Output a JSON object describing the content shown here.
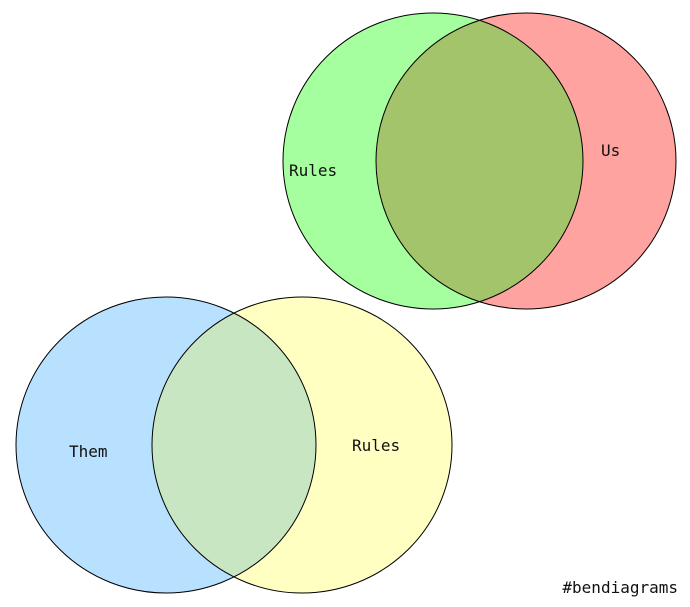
{
  "diagrams": [
    {
      "left": {
        "label": "Rules",
        "fill": "#a6ff9f"
      },
      "right": {
        "label": "Us",
        "fill": "#ffa3a1"
      },
      "overlap_fill": "#a3c46a"
    },
    {
      "left": {
        "label": "Them",
        "fill": "#b8e1ff"
      },
      "right": {
        "label": "Rules",
        "fill": "#ffffc2"
      },
      "overlap_fill": "#c9e6c3"
    }
  ],
  "stroke_color": "#000000",
  "hashtag": "#bendiagrams"
}
